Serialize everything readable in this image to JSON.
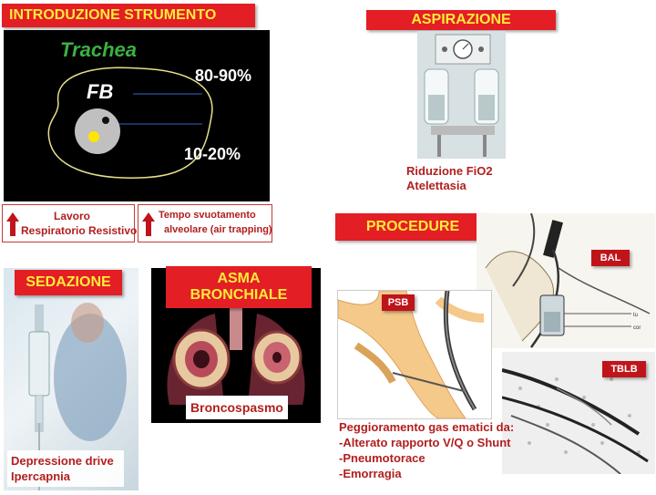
{
  "intro": {
    "title": "INTRODUZIONE STRUMENTO",
    "trachea_label": "Trachea",
    "fb_label": "FB",
    "pct_top": "80-90%",
    "pct_bottom": "10-20%",
    "box_left_line1": "Lavoro",
    "box_left_line2": "Respiratorio  Resistivo",
    "box_right_line1": "Tempo svuotamento",
    "box_right_line2": "alveolare (air trapping)"
  },
  "aspirazione": {
    "title": "ASPIRAZIONE",
    "line1": "Riduzione FiO2",
    "line2": "Atelettasia"
  },
  "procedure": {
    "title": "PROCEDURE",
    "bal": "BAL",
    "psb": "PSB",
    "tblb": "TBLB",
    "effects_title": "Peggioramento gas ematici da:",
    "effects": [
      "-Alterato rapporto V/Q o Shunt",
      "-Pneumotorace",
      "-Emorragia"
    ]
  },
  "sedazione": {
    "title": "SEDAZIONE",
    "line1": "Depressione drive",
    "line2": "Ipercapnia"
  },
  "asma": {
    "title_line1": "ASMA",
    "title_line2": "BRONCHIALE",
    "caption": "Broncospasmo"
  },
  "colors": {
    "label_bg": "#e31e24",
    "label_text": "#ffeb3b",
    "caption_red": "#b21e1e",
    "trachea_green": "#3cb043"
  }
}
